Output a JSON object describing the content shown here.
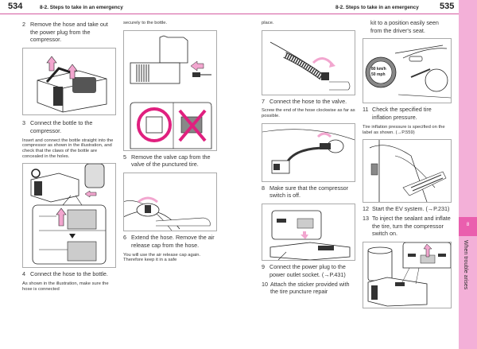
{
  "header": {
    "left_page_number": "534",
    "left_section": "8-2. Steps to take in an emergency",
    "right_section": "8-2. Steps to take in an emergency",
    "right_page_number": "535"
  },
  "sidebar": {
    "tab_number": "8",
    "chapter_title": "When trouble arises",
    "accent_color": "#ea5fae",
    "band_color": "#f3b0d8"
  },
  "col1": {
    "step2": {
      "num": "2",
      "text": "Remove the hose and take out the power plug from the compressor."
    },
    "step3": {
      "num": "3",
      "text": "Connect the bottle to the compressor."
    },
    "step3_note": "Insert and connect the bottle straight into the compressor as shown in the illustration, and check that the claws of the bottle are concealed in the holes.",
    "step4": {
      "num": "4",
      "text": "Connect the hose to the bottle."
    },
    "step4_note": "As shown in the illustration, make sure the hose is connected"
  },
  "col2": {
    "continued": "securely to the bottle.",
    "step5": {
      "num": "5",
      "text": "Remove the valve cap from the valve of the punctured tire."
    },
    "step6": {
      "num": "6",
      "text": "Extend the hose. Remove the air release cap from the hose."
    },
    "step6_note": "You will use the air release cap again. Therefore keep it in a safe"
  },
  "col3": {
    "continued": "place.",
    "step7": {
      "num": "7",
      "text": "Connect the hose to the valve."
    },
    "step7_note": "Screw the end of the hose clockwise as far as possible.",
    "step8": {
      "num": "8",
      "text": "Make sure that the compressor switch is off."
    },
    "step9": {
      "num": "9",
      "text": "Connect the power plug to the power outlet socket. (→P.431)"
    },
    "step10": {
      "num": "10",
      "text": "Attach the sticker provided with the tire puncture repair"
    }
  },
  "col4": {
    "continued": "kit to a position easily seen from the driver's seat.",
    "sticker_line1": "80 km/h",
    "sticker_line2": "50 mph",
    "step11": {
      "num": "11",
      "text": "Check the specified tire inflation pressure."
    },
    "step11_note": "Tire inflation pressure is specified on the label as shown. (→P.559)",
    "step12": {
      "num": "12",
      "text": "Start the EV system. (→P.231)"
    },
    "step13": {
      "num": "13",
      "text": "To inject the sealant and inflate the tire, turn the compressor switch on."
    }
  },
  "colors": {
    "rule": "#d45aa0",
    "arrow_pink": "#f2a6cf",
    "magenta_mark": "#e0207f"
  }
}
